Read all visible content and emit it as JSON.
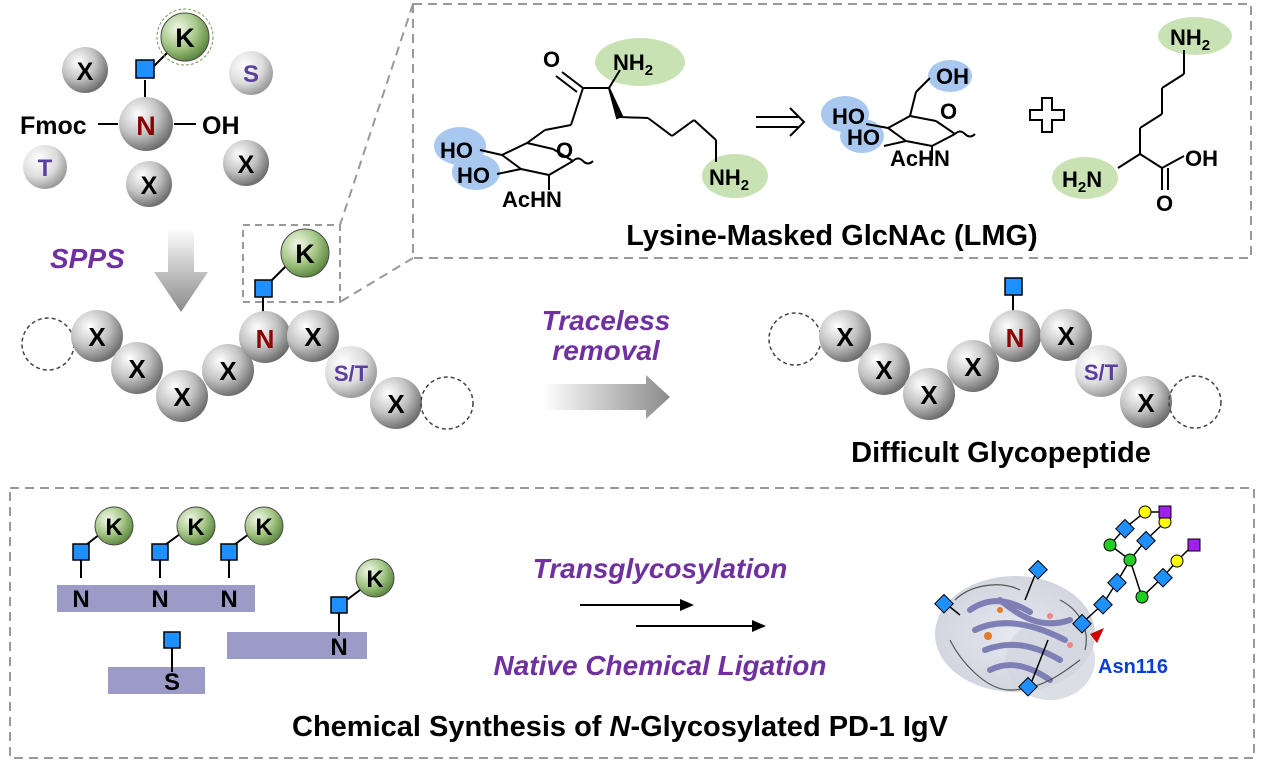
{
  "top_left": {
    "fmoc": "Fmoc",
    "n": "N",
    "oh": "OH",
    "k": "K",
    "x": "X",
    "s": "S",
    "t": "T",
    "spps": "SPPS"
  },
  "lmg": {
    "nh2": "NH",
    "nh2_sub": "2",
    "ho": "HO",
    "acnh": "AcHN",
    "oh": "OH",
    "o": "O",
    "h2n_h": "H",
    "h2n_sub": "2",
    "h2n_n": "N",
    "caption": "Lysine-Masked GlcNAc (LMG)"
  },
  "middle": {
    "x": "X",
    "n": "N",
    "st": "S/T",
    "k": "K",
    "removal_line1": "Traceless",
    "removal_line2": "removal",
    "product_caption": "Difficult Glycopeptide"
  },
  "bottom": {
    "k": "K",
    "n": "N",
    "s": "S",
    "transglycosylation": "Transglycosylation",
    "ncl": "Native Chemical Ligation",
    "asn": "Asn116",
    "title_pre": "Chemical Synthesis of ",
    "title_n": "N",
    "title_post": "-Glycosylated PD-1 IgV"
  },
  "colors": {
    "purple": "#7030a0",
    "dark_red": "#8b0000",
    "glcnac_blue": "#1e90ff",
    "green_bead": "#8fb56a",
    "peptide_bar": "#9c9ac6",
    "asn_label": "#0a3fd6",
    "sialic": "#a020f0",
    "galactose": "#ffff00",
    "mannose": "#22cc22"
  }
}
